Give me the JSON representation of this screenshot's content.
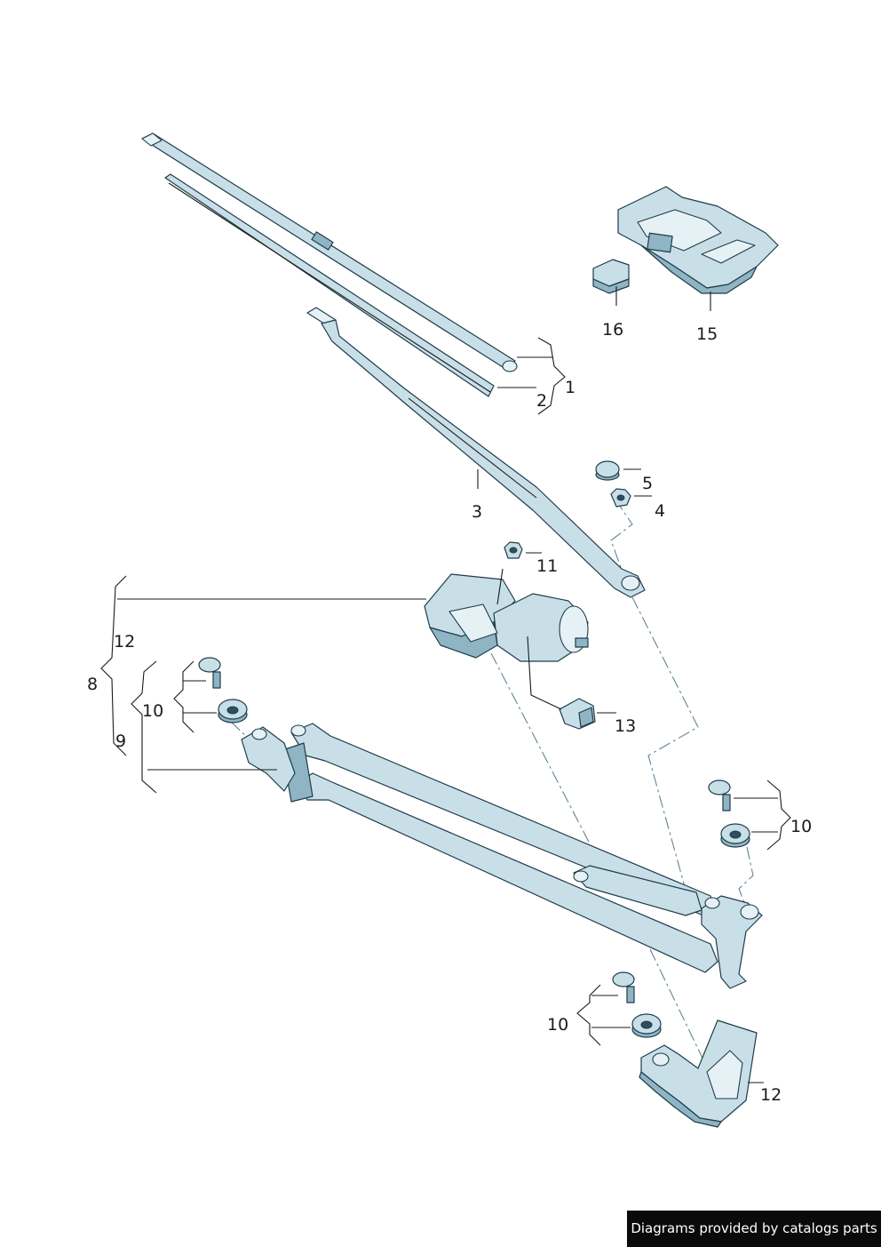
{
  "callouts": {
    "c1": "1",
    "c2": "2",
    "c3": "3",
    "c4": "4",
    "c5": "5",
    "c8": "8",
    "c9": "9",
    "c10a": "10",
    "c10b": "10",
    "c10c": "10",
    "c11": "11",
    "c12a": "12",
    "c12b": "12",
    "c13": "13",
    "c15": "15",
    "c16": "16"
  },
  "colors": {
    "part_fill": "#c9dfe8",
    "part_outline": "#1f3c4a",
    "leader": "#1a1a1a",
    "centerline": "#5f8597"
  },
  "footer": {
    "text": "Diagrams provided by catalogs parts"
  }
}
